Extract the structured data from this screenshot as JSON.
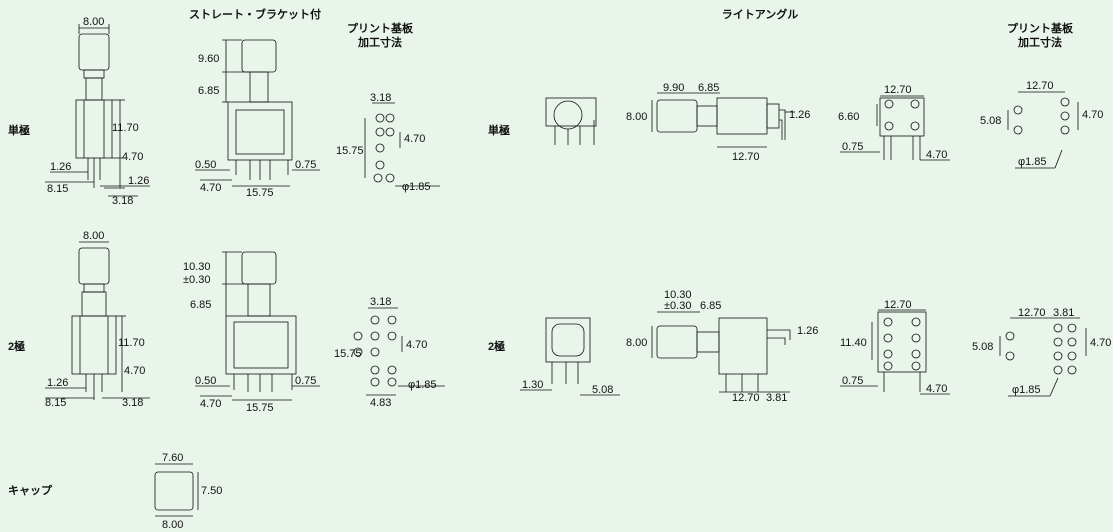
{
  "header": {
    "straight_bracket": "ストレート・ブラケット付",
    "right_angle": "ライトアングル",
    "pcb_1": "プリント基板",
    "pcb_2": "加工寸法"
  },
  "rows": {
    "single": "単極",
    "double": "2極",
    "cap": "キャップ"
  },
  "dims": {
    "v800": "8.00",
    "v1170": "11.70",
    "v470": "4.70",
    "v126": "1.26",
    "v815": "8.15",
    "v318": "3.18",
    "v960": "9.60",
    "v685": "6.85",
    "v050": "0.50",
    "v075": "0.75",
    "v1575": "15.75",
    "v1030": "10.30",
    "v030": "±0.30",
    "v990": "9.90",
    "v1270": "12.70",
    "v660": "6.60",
    "v508": "5.08",
    "v1140": "11.40",
    "v130": "1.30",
    "v381": "3.81",
    "v483": "4.83",
    "v760": "7.60",
    "v750": "7.50",
    "phi185": "φ1.85"
  },
  "colors": {
    "background": "#e9f4ea",
    "line": "#111111"
  }
}
